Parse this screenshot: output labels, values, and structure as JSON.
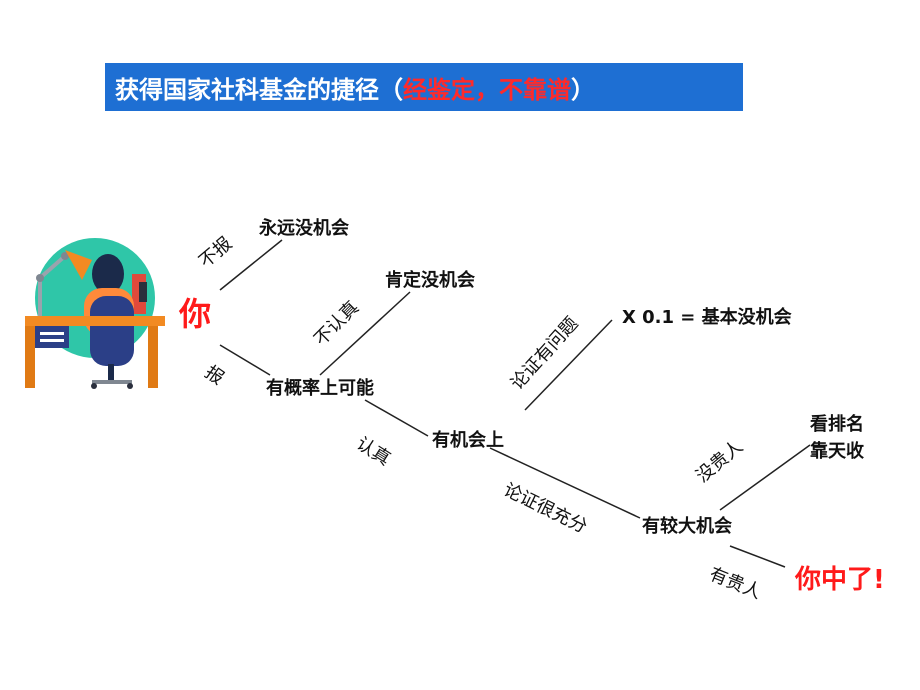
{
  "title": {
    "main": "获得国家社科基金的捷径（",
    "accent": "经鉴定，不靠谱",
    "close": "）"
  },
  "start": "你",
  "nodes": {
    "never": "永远没机会",
    "surely_not": "肯定没机会",
    "probably": "有概率上可能",
    "chance": "有机会上",
    "x01": "X 0.1 = 基本没机会",
    "big_chance": "有较大机会",
    "rank_line1": "看排名",
    "rank_line2": "靠天收",
    "win": "你中了!"
  },
  "edges": {
    "not_apply": "不报",
    "apply": "报",
    "not_serious": "不认真",
    "serious": "认真",
    "argue_problem": "论证有问题",
    "argue_full": "论证很充分",
    "no_patron": "没贵人",
    "patron": "有贵人"
  },
  "colors": {
    "title_bg": "#1e6fd3",
    "accent_red": "#ff1a1a"
  }
}
